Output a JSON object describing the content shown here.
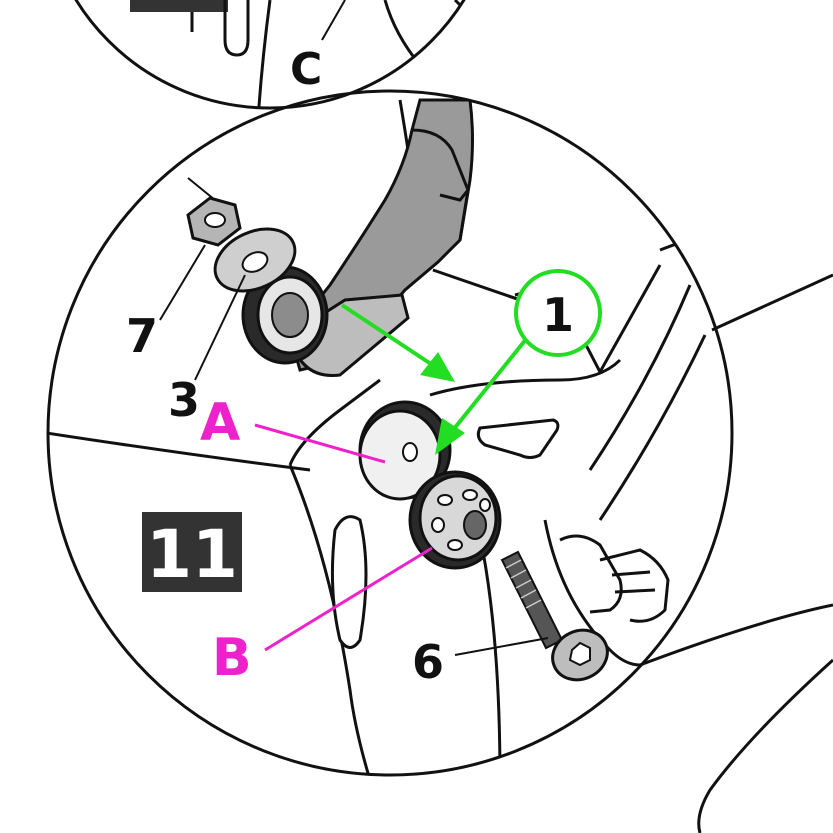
{
  "step": {
    "number": "11",
    "badge_bg": "#333333",
    "badge_fg": "#ffffff"
  },
  "callouts": {
    "part_7": "7",
    "part_3": "3",
    "part_6": "6",
    "part_1": "1",
    "detail_c": "C",
    "point_a": "A",
    "point_b": "B"
  },
  "colors": {
    "green": "#22dd22",
    "magenta": "#ee22cc",
    "line": "#111111",
    "gray_dark": "#888888",
    "gray_light": "#c8c8c8"
  }
}
